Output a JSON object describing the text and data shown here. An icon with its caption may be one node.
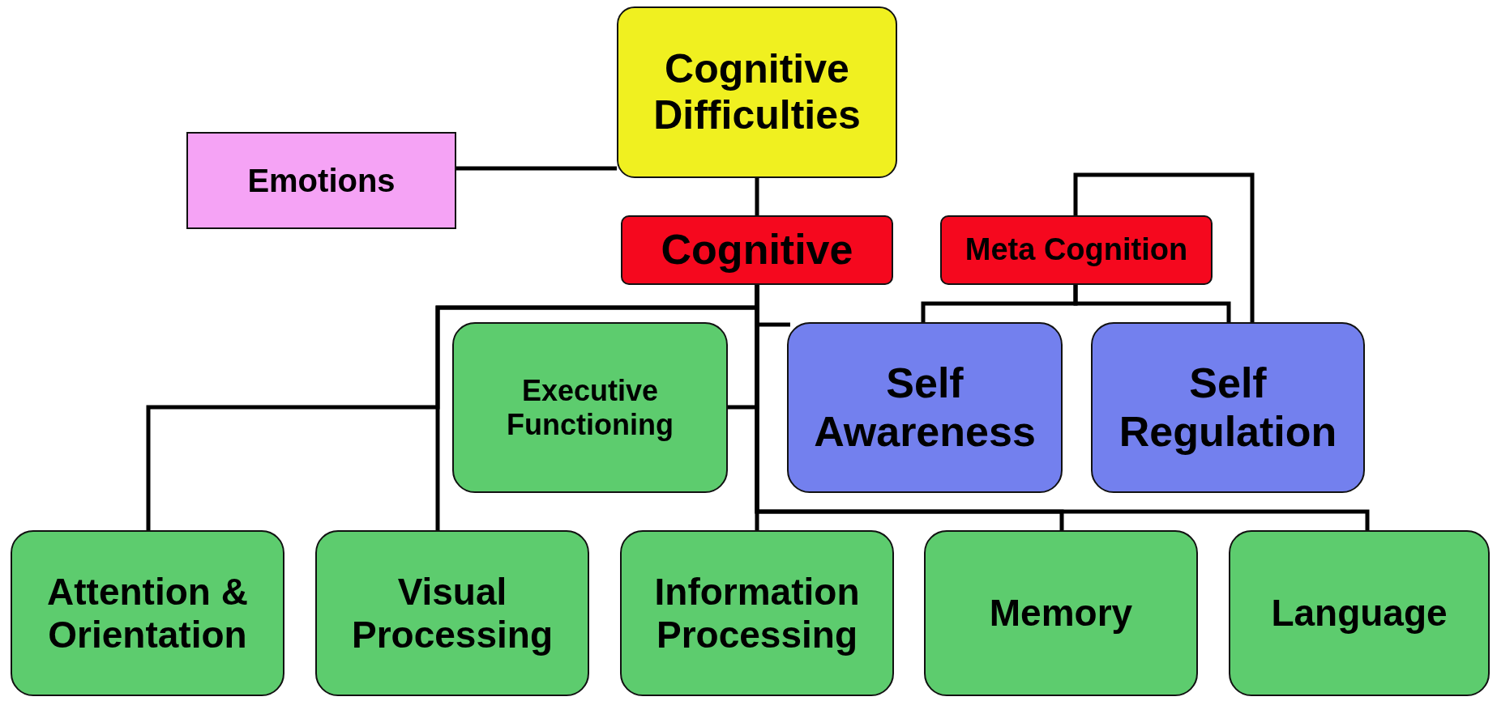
{
  "diagram": {
    "nodes": [
      {
        "text": [
          "Cognitive Difficulties"
        ]
      },
      {
        "text": [
          "Emotions"
        ]
      },
      {
        "text": [
          "Cognitive"
        ]
      },
      {
        "text": [
          "Meta Cognition"
        ]
      },
      {
        "text": [
          "Executive Functioning"
        ]
      },
      {
        "text": [
          "Self Awareness"
        ]
      },
      {
        "text": [
          "Self Regulation"
        ]
      },
      {
        "text": [
          "Attention & Orientation"
        ]
      },
      {
        "text": [
          "Visual Processing"
        ]
      },
      {
        "text": [
          "Information Processing"
        ]
      },
      {
        "text": [
          "Memory"
        ]
      },
      {
        "text": [
          "Language"
        ]
      }
    ],
    "edges": [
      {
        "from": 1,
        "to": 0,
        "arrow": "none"
      },
      {
        "from": 0,
        "to": 2,
        "arrow": "none"
      },
      {
        "from": 2,
        "to": 9,
        "arrow": "none"
      },
      {
        "from": 2,
        "to": 7,
        "arrow": "none"
      },
      {
        "from": 2,
        "to": 8,
        "arrow": "none"
      },
      {
        "from": 2,
        "to": 4,
        "arrow": "none"
      },
      {
        "from": 2,
        "to": 10,
        "arrow": "none"
      },
      {
        "from": 2,
        "to": 11,
        "arrow": "none"
      },
      {
        "from": 2,
        "to": 5,
        "arrow": "none"
      },
      {
        "from": 3,
        "to": 5,
        "arrow": "none"
      },
      {
        "from": 3,
        "to": 6,
        "arrow": "none"
      },
      {
        "from": 3,
        "to": 6,
        "arrow": "none"
      }
    ]
  }
}
